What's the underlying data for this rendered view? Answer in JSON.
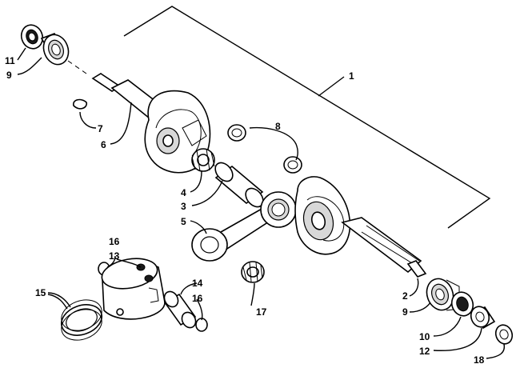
{
  "callouts": [
    {
      "id": "c1",
      "text": "1"
    },
    {
      "id": "c2",
      "text": "2"
    },
    {
      "id": "c3",
      "text": "3"
    },
    {
      "id": "c4",
      "text": "4"
    },
    {
      "id": "c5",
      "text": "5"
    },
    {
      "id": "c6",
      "text": "6"
    },
    {
      "id": "c7",
      "text": "7"
    },
    {
      "id": "c8",
      "text": "8"
    },
    {
      "id": "c9a",
      "text": "9"
    },
    {
      "id": "c9b",
      "text": "9"
    },
    {
      "id": "c10",
      "text": "10"
    },
    {
      "id": "c11",
      "text": "11"
    },
    {
      "id": "c12",
      "text": "12"
    },
    {
      "id": "c13",
      "text": "13"
    },
    {
      "id": "c14",
      "text": "14"
    },
    {
      "id": "c15",
      "text": "15"
    },
    {
      "id": "c16a",
      "text": "16"
    },
    {
      "id": "c16b",
      "text": "16"
    },
    {
      "id": "c17",
      "text": "17"
    },
    {
      "id": "c18",
      "text": "18"
    }
  ]
}
